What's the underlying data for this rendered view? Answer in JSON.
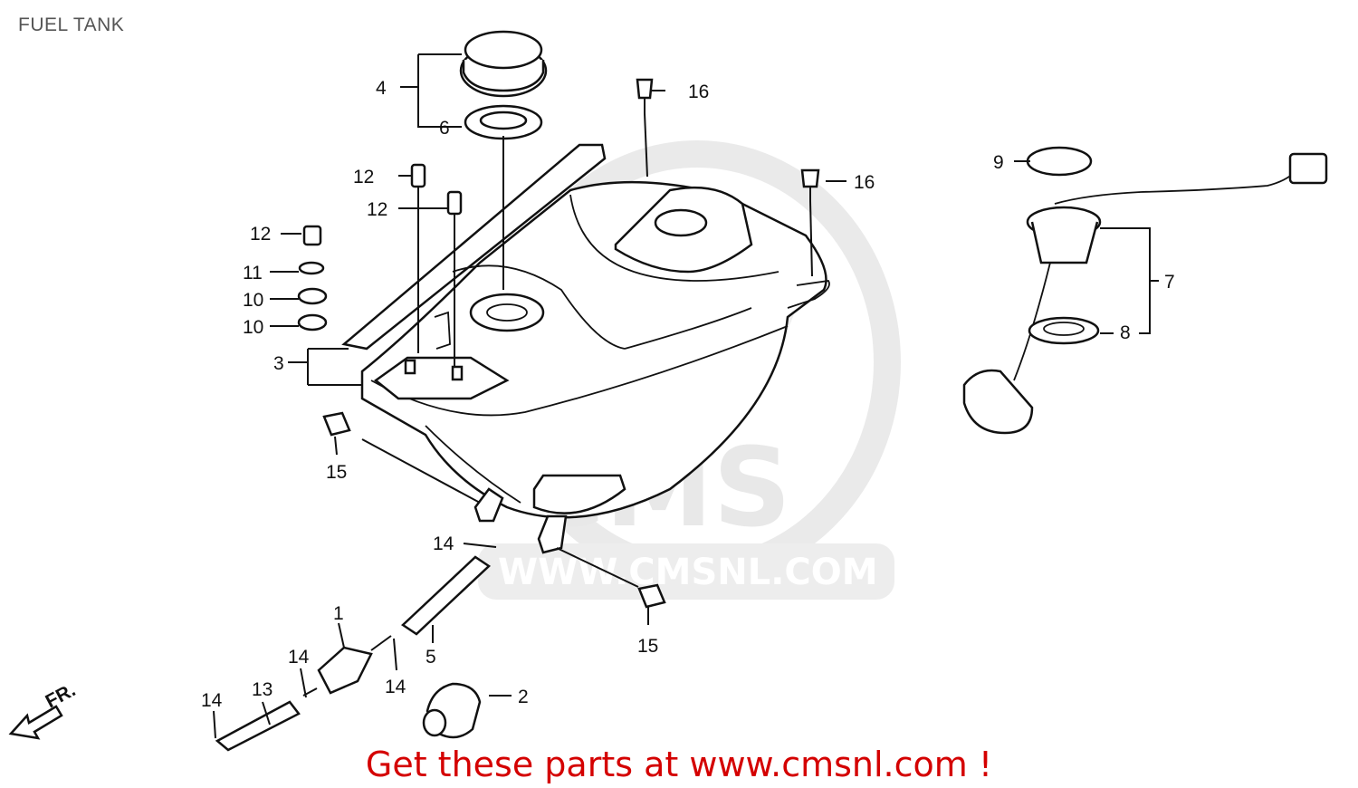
{
  "title": "FUEL TANK",
  "promo": "Get these parts at www.cmsnl.com !",
  "watermark": {
    "logo": "CMS",
    "url": "WWW.CMSNL.COM"
  },
  "front_marker": "FR.",
  "callouts": {
    "c1": "1",
    "c2": "2",
    "c3": "3",
    "c4": "4",
    "c5": "5",
    "c6": "6",
    "c7": "7",
    "c8": "8",
    "c9": "9",
    "c10a": "10",
    "c10b": "10",
    "c11": "11",
    "c12a": "12",
    "c12b": "12",
    "c12c": "12",
    "c13": "13",
    "c14a": "14",
    "c14b": "14",
    "c14c": "14",
    "c14d": "14",
    "c15a": "15",
    "c15b": "15",
    "c16a": "16",
    "c16b": "16"
  },
  "colors": {
    "promo": "#d40000",
    "ink": "#111111",
    "watermark": "#e6e6e6"
  }
}
